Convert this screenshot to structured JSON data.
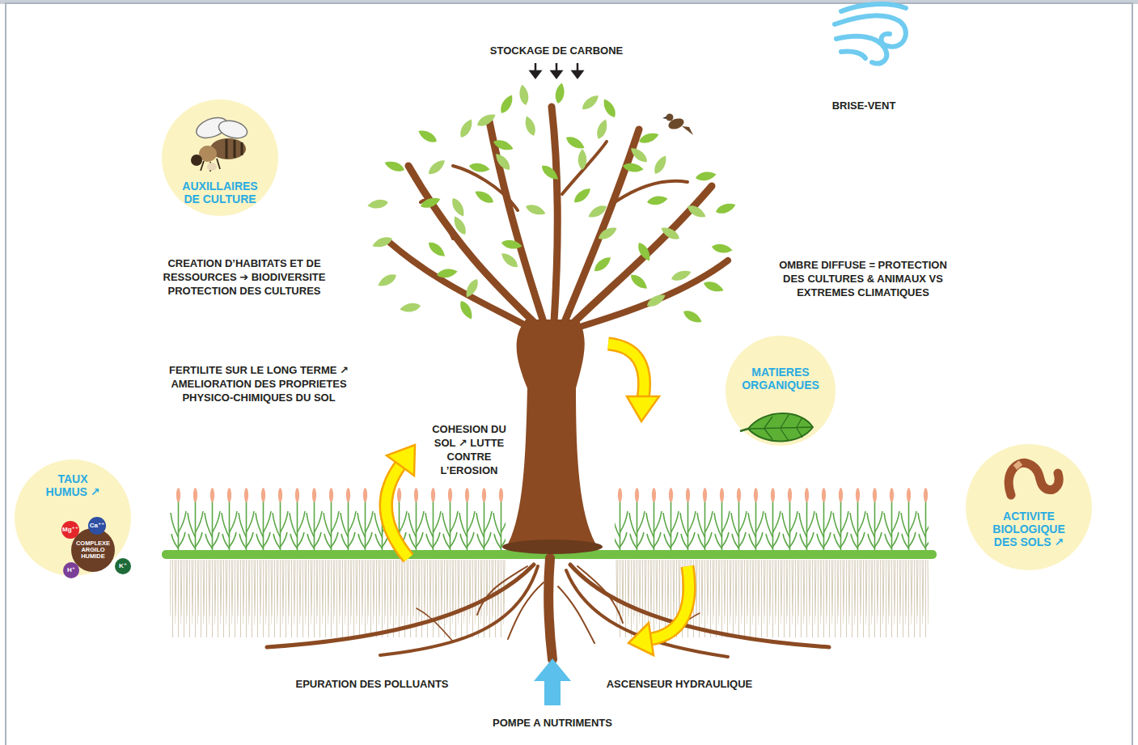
{
  "diagram": {
    "nodes": [
      {
        "text": [
          "AUXILLAIRES DE CULTURE"
        ]
      },
      {
        "text": [
          "MATIERES ORGANIQUES"
        ]
      },
      {
        "text": [
          "TAUX HUMUS ↗"
        ]
      },
      {
        "text": [
          "COMPLEXE ARGILO HUMIDE"
        ],
        "in": 2
      },
      {
        "text": [
          "Mg⁺⁺"
        ],
        "in": 2
      },
      {
        "text": [
          "Ca⁺⁺"
        ],
        "in": 2
      },
      {
        "text": [
          "H⁺"
        ],
        "in": 2
      },
      {
        "text": [
          "K⁺"
        ],
        "in": 2
      },
      {
        "text": [
          "ACTIVITE BIOLOGIQUE DES SOLS ↗"
        ]
      }
    ],
    "labels": [
      "STOCKAGE DE CARBONE",
      "BRISE-VENT",
      "CREATION D’HABITATS ET DE RESSOURCES ➔ BIODIVERSITE PROTECTION DES CULTURES",
      "OMBRE DIFFUSE = PROTECTION DES CULTURES & ANIMAUX VS EXTREMES CLIMATIQUES",
      "FERTILITE SUR LE LONG TERME ↗ AMELIORATION DES PROPRIETES PHYSICO-CHIMIQUES DU SOL",
      "COHESION DU SOL ↗ LUTTE CONTRE L’EROSION",
      "EPURATION DES POLLUANTS",
      "ASCENSEUR HYDRAULIQUE",
      "POMPE A NUTRIMENTS"
    ]
  }
}
